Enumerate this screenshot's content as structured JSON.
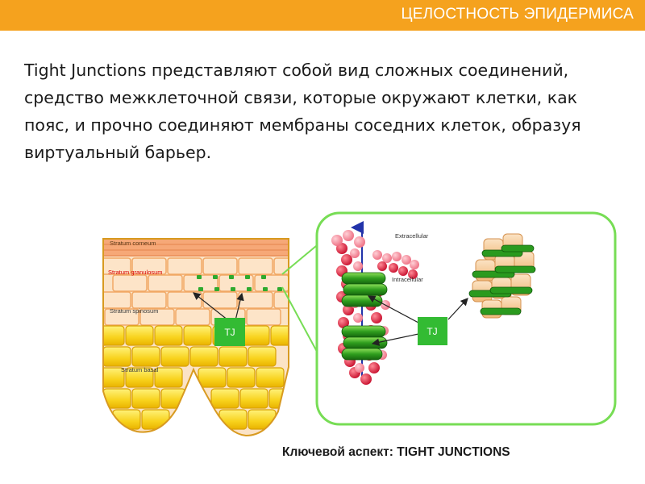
{
  "header": {
    "title": "ЦЕЛОСТНОСТЬ ЭПИДЕРМИСА",
    "background_color": "#f5a21e"
  },
  "body_text": "Tight Junctions представляют собой вид сложных соединений, средство межклеточной связи, которые окружают клетки, как пояс, и прочно соединяют мембраны соседних клеток, образуя виртуальный барьер.",
  "figure": {
    "layers": {
      "corneum": "Stratum corneum",
      "granulosum": "Stratum granulosum",
      "spinosum": "Stratum spinosum",
      "basal": "Stratum basal"
    },
    "tj_label_left": "TJ",
    "tj_label_right": "TJ",
    "extracellular": "Extracellular",
    "intracellular": "Intracellular",
    "colors": {
      "tj_box": "#33bb33",
      "zoom_border": "#77dd55",
      "granulosum_label": "#d80000",
      "protein_red": "#d81830"
    }
  },
  "caption": "Ключевой аспект: TIGHT JUNCTIONS"
}
